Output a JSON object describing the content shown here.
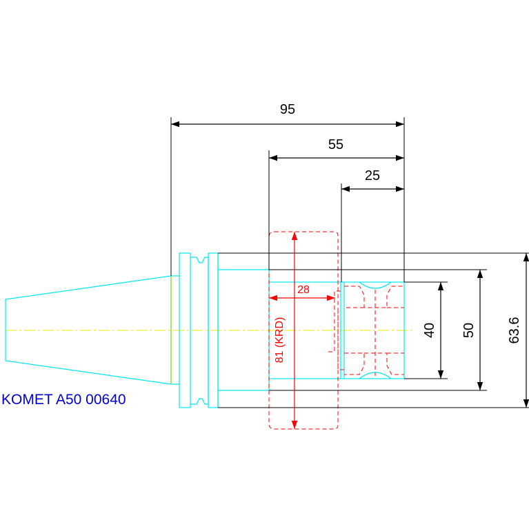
{
  "label": "KOMET A50 00640",
  "dimensions": {
    "len_95": "95",
    "len_55": "55",
    "len_25": "25",
    "dia_40": "40",
    "dia_50": "50",
    "dia_63": "63.6"
  },
  "red": {
    "width_28": "28",
    "dia_81": "81 (KRD)"
  },
  "colors": {
    "outline": "#00ffff",
    "dimension": "#000000",
    "centerline": "#ffff00",
    "hidden": "#ff0000",
    "label": "#0000cc",
    "taper_end": "#88dd44"
  }
}
